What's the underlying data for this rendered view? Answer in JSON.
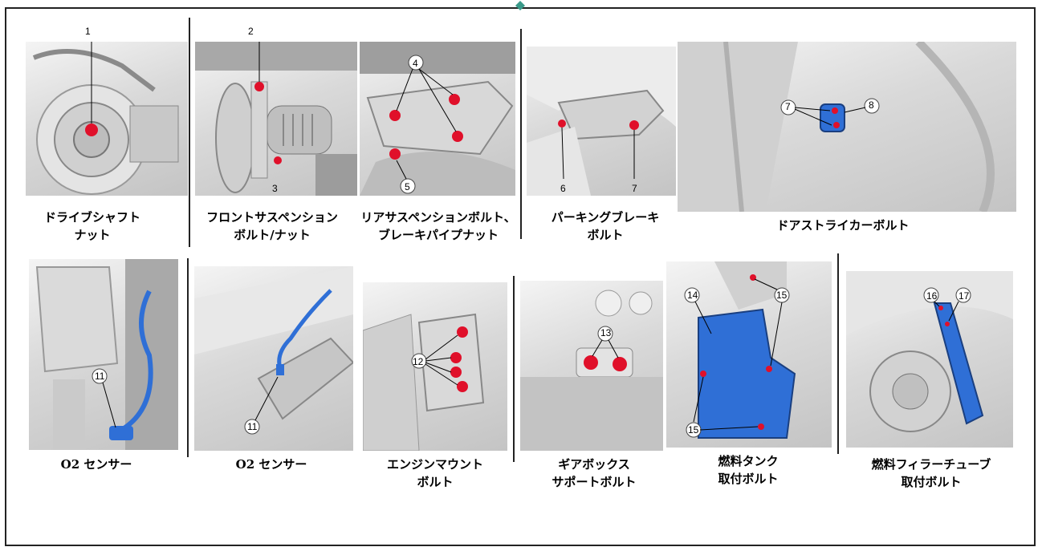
{
  "title": "",
  "panels": [
    {
      "caption": "ドライブシャフト\nナット",
      "callouts": [
        "1"
      ]
    },
    {
      "caption": "フロントサスペンション\nボルト/ナット",
      "callouts": [
        "2",
        "3"
      ]
    },
    {
      "caption": "リアサスペンションボルト、\nブレーキパイプナット",
      "callouts": [
        "4",
        "5"
      ]
    },
    {
      "caption": "パーキングブレーキ\nボルト",
      "callouts": [
        "6",
        "7"
      ]
    },
    {
      "caption": "ドアストライカーボルト",
      "callouts": [
        "7",
        "8"
      ]
    },
    {
      "caption": "O2 センサー",
      "callouts": [
        "11"
      ]
    },
    {
      "caption": "O2 センサー",
      "callouts": [
        "11"
      ]
    },
    {
      "caption": "エンジンマウント\nボルト",
      "callouts": [
        "12"
      ]
    },
    {
      "caption": "ギアボックス\nサポートボルト",
      "callouts": [
        "13"
      ]
    },
    {
      "caption": "燃料タンク\n取付ボルト",
      "callouts": [
        "14",
        "15",
        "15"
      ]
    },
    {
      "caption": "燃料フィラーチューブ\n取付ボルト",
      "callouts": [
        "16",
        "17"
      ]
    }
  ],
  "colors": {
    "bolt_marker": "#e0102a",
    "highlight_part": "#2f6fd6",
    "frame": "#222222",
    "marker_icon": "#3a9a8a"
  }
}
